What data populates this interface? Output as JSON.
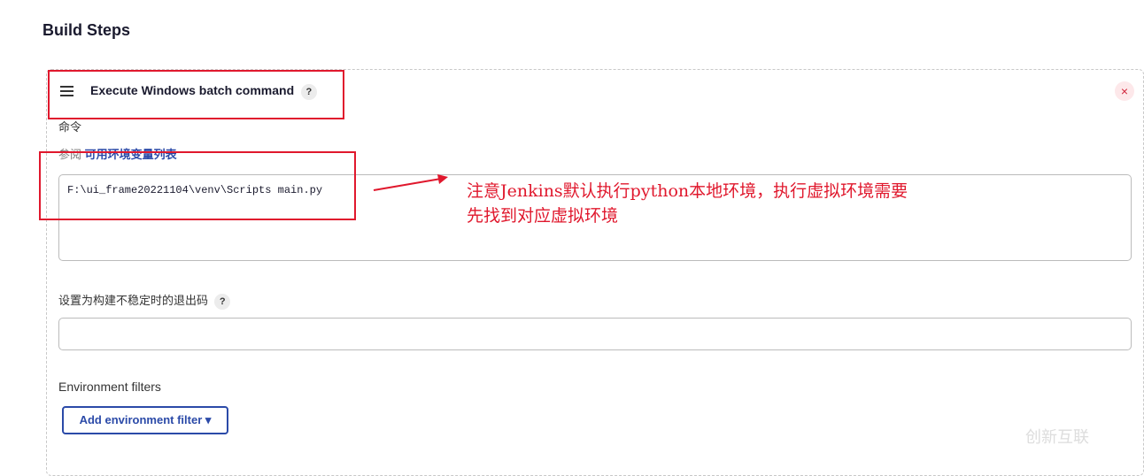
{
  "section_title": "Build Steps",
  "step": {
    "title": "Execute Windows batch command",
    "help": "?",
    "close": "×",
    "command_label": "命令",
    "see_prefix": "参阅",
    "env_link": "可用环境变量列表",
    "command_value": "F:\\ui_frame20221104\\venv\\Scripts main.py",
    "unstable_label": "设置为构建不稳定时的退出码",
    "unstable_help": "?",
    "unstable_value": "",
    "env_filters_label": "Environment filters",
    "add_filter_button": "Add environment filter ▾"
  },
  "annotation": {
    "line1": "注意Jenkins默认执行python本地环境，执行虚拟环境需要",
    "line2": "先找到对应虚拟环境"
  },
  "watermark": "创新互联"
}
